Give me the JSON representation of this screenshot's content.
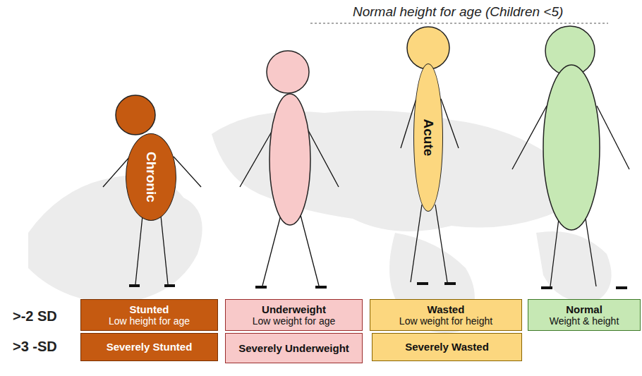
{
  "diagram": {
    "nodes": [
      {
        "text": [
          "Chronic"
        ]
      },
      {
        "text": [
          "Acute"
        ]
      },
      {
        "text": [
          "Stunted",
          "Low height for age"
        ]
      },
      {
        "text": [
          "Underweight",
          "Low weight for age"
        ]
      },
      {
        "text": [
          "Wasted",
          "Low weight for height"
        ]
      },
      {
        "text": [
          "Normal",
          "Weight & height"
        ]
      },
      {
        "text": [
          "Severely Stunted"
        ]
      },
      {
        "text": [
          "Severely Underweight"
        ]
      },
      {
        "text": [
          "Severely Wasted"
        ]
      }
    ],
    "labels": [
      "Normal height for age (Children <5)",
      ">-2 SD",
      ">3 -SD"
    ]
  }
}
